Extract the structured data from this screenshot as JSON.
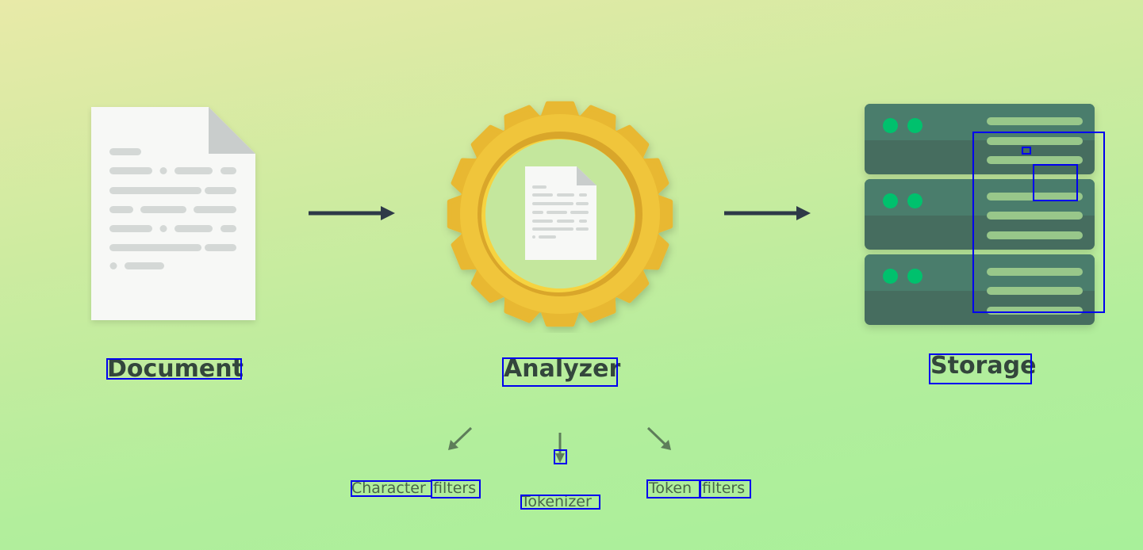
{
  "labels": {
    "document": "Document",
    "analyzer": "Analyzer",
    "storage": "Storage",
    "character_filters": [
      "Character",
      "filters"
    ],
    "tokenizer": "Tokenizer",
    "token_filters": [
      "Token",
      "filters"
    ]
  },
  "colors": {
    "arrow": "#2e3a48",
    "server_dot": "#00c16d",
    "gear": "#e8b830",
    "annotation_box": "#0000ee"
  }
}
